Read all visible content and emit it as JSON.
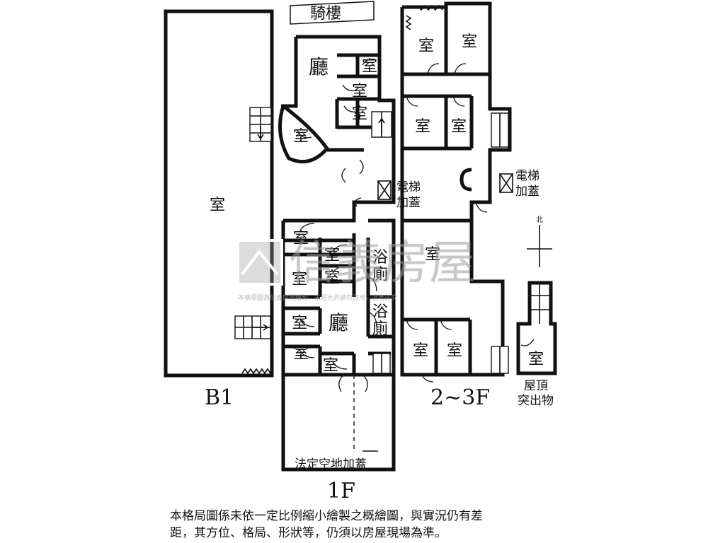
{
  "labels": {
    "arcade": "騎樓",
    "b1_room": "室",
    "b1_floor": "B1",
    "f1_hall_top": "廳",
    "f1_room_a": "室",
    "f1_room_b": "室",
    "f1_room_c": "室",
    "f1_room_d": "室",
    "f1_elevator": "電梯",
    "f1_elevator_add": "加蓋",
    "f1_room_e": "室",
    "f1_room_f": "室",
    "f1_room_g": "室",
    "f1_room_h": "室",
    "f1_bath_1a": "浴",
    "f1_bath_1b": "廁",
    "f1_hall_mid": "廳",
    "f1_bath_2a": "浴",
    "f1_bath_2b": "廁",
    "f1_room_i": "室",
    "f1_room_j": "室",
    "f1_room_k": "室",
    "f1_yard": "法定空地加蓋",
    "f1_floor": "1F",
    "f2_room_a": "室",
    "f2_room_b": "室",
    "f2_room_c": "室",
    "f2_room_d": "室",
    "f2_elevator": "電梯",
    "f2_elevator_add": "加蓋",
    "f2_room_e": "室",
    "f2_room_f": "室",
    "f2_room_g": "室",
    "f2_floor": "2~3F",
    "north": "北",
    "roof_room": "室",
    "roof_title_1": "屋頂",
    "roof_title_2": "突出物",
    "watermark": "信義房屋",
    "watermark_sub": "本格局圖為信義房屋繪製，未經允許請勿盜用，違者必究"
  },
  "disclaimer": {
    "line1": "本格局圖係未依一定比例縮小繪製之概繪圖，與實況仍有差",
    "line2": "距，其方位、格局、形狀等，仍須以房屋現場為準。"
  }
}
